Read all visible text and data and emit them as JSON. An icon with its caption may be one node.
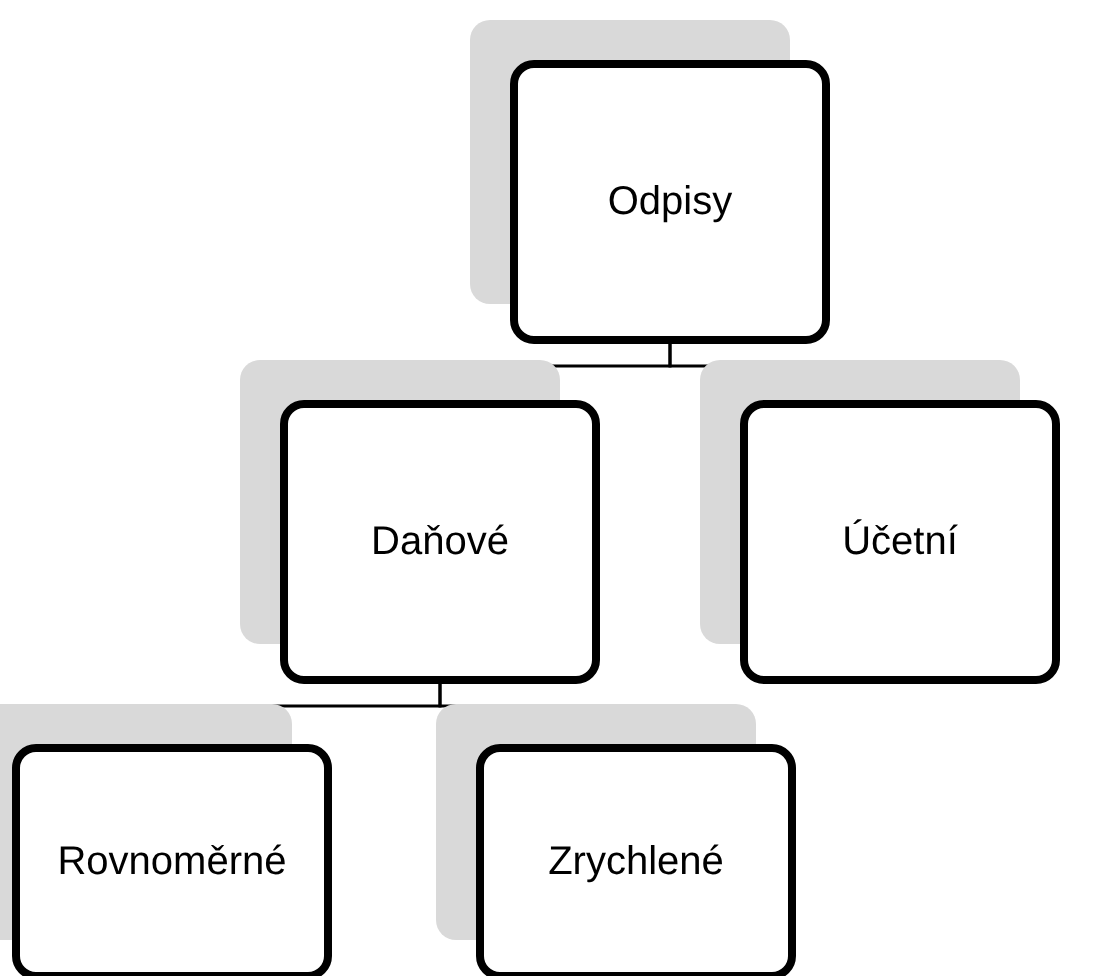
{
  "diagram": {
    "nodes": [
      {
        "text": [
          "Odpisy"
        ]
      },
      {
        "text": [
          "Daňové"
        ]
      },
      {
        "text": [
          "Účetní"
        ]
      },
      {
        "text": [
          "Rovnoměrné"
        ]
      },
      {
        "text": [
          "Zrychlené"
        ]
      }
    ],
    "edges": [
      {
        "from": 0,
        "to": 1,
        "arrow": "none"
      },
      {
        "from": 0,
        "to": 2,
        "arrow": "none"
      },
      {
        "from": 1,
        "to": 3,
        "arrow": "none"
      },
      {
        "from": 1,
        "to": 4,
        "arrow": "none"
      }
    ]
  }
}
